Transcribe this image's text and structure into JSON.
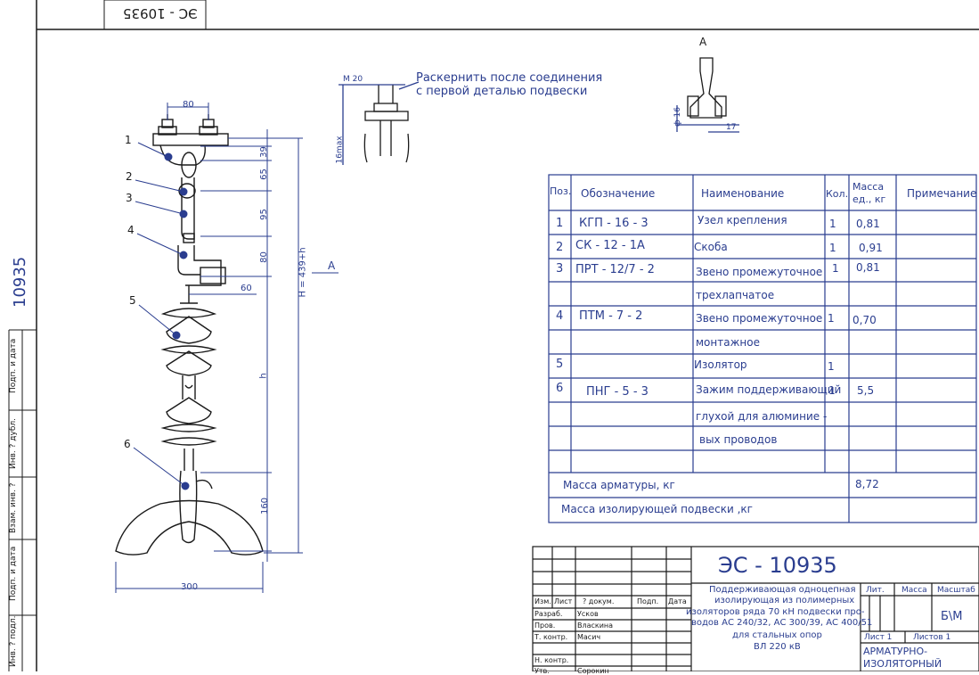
{
  "doc_code": "ЭС - 10935",
  "doc_code_inverted": "ЭС - 10935",
  "side_number": "10935",
  "side_block": {
    "labels": [
      "Подп. и дата",
      "Инв. ? дубл.",
      "Взам. инв. ?",
      "Подп. и дата",
      "Инв. ? подл."
    ]
  },
  "note": {
    "line1": "Раскернить после соединения",
    "line2": "с первой деталью подвески"
  },
  "view_a_label": "А",
  "arrow_a_label": "А",
  "dimensions": {
    "top_width": "80",
    "d39": "39",
    "d65": "65",
    "d95": "95",
    "d80": "80",
    "d60": "60",
    "h_total": "Н = 439+h",
    "h": "h",
    "d160": "160",
    "d300": "300",
    "m20": "М 20",
    "len16": "16max",
    "phi16": "ф 16",
    "d17": "17"
  },
  "position_labels": [
    "1",
    "2",
    "3",
    "4",
    "5",
    "6"
  ],
  "spec_table": {
    "headers": {
      "pos": "Поз.",
      "designation": "Обозначение",
      "name": "Наименование",
      "qty": "Кол.",
      "mass": "Масса ед., кг",
      "mass_line1": "Масса",
      "mass_line2": "ед., кг",
      "note": "Примечание"
    },
    "rows": [
      {
        "pos": "1",
        "designation": "КГП - 16 - 3",
        "name": "Узел крепления",
        "qty": "1",
        "mass": "0,81"
      },
      {
        "pos": "2",
        "designation": "СК - 12 - 1А",
        "name": "Скоба",
        "qty": "1",
        "mass": "0,91"
      },
      {
        "pos": "3",
        "designation": "ПРТ - 12/7 - 2",
        "name": "Звено промежуточное",
        "qty": "1",
        "mass": "0,81"
      },
      {
        "pos": "",
        "designation": "",
        "name": "трехлапчатое",
        "qty": "",
        "mass": ""
      },
      {
        "pos": "4",
        "designation": "ПТМ - 7 - 2",
        "name": "Звено промежуточное",
        "qty": "1",
        "mass": "0,70"
      },
      {
        "pos": "",
        "designation": "",
        "name": "монтажное",
        "qty": "",
        "mass": ""
      },
      {
        "pos": "5",
        "designation": "",
        "name": "Изолятор",
        "qty": "1",
        "mass": ""
      },
      {
        "pos": "6",
        "designation": "ПНГ - 5 - 3",
        "name": "Зажим поддерживающий",
        "qty": "1",
        "mass": "5,5"
      },
      {
        "pos": "",
        "designation": "",
        "name": "глухой для алюминие -",
        "qty": "",
        "mass": ""
      },
      {
        "pos": "",
        "designation": "",
        "name": "вых проводов",
        "qty": "",
        "mass": ""
      },
      {
        "pos": "",
        "designation": "",
        "name": "",
        "qty": "",
        "mass": ""
      }
    ],
    "mass_armature_label": "Масса арматуры, кг",
    "mass_armature_value": "8,72",
    "mass_suspension_label": "Масса изолирующей подвески ,кг"
  },
  "title_block": {
    "code": "ЭС - 10935",
    "title_lines": [
      "Поддерживающая одноцепная",
      "изолирующая из полимерных",
      "изоляторов ряда 70 кН подвески про-",
      "водов АС 240/32, АС 300/39, АС 400/51",
      "для стальных опор",
      "ВЛ 220 кВ"
    ],
    "lit": "Лит.",
    "massa": "Масса",
    "masshtab": "Масштаб",
    "scale": "Б\\М",
    "sheet": "Лист 1",
    "sheets": "Листов 1",
    "bottom_title": [
      "АРМАТУРНО-",
      "ИЗОЛЯТОРНЫЙ"
    ],
    "col_headers": {
      "izm": "Изм.",
      "list": "Лист",
      "doc": "? докум.",
      "podp": "Подп.",
      "data": "Дата"
    },
    "people": [
      {
        "role": "Разраб.",
        "name": "Усков"
      },
      {
        "role": "Пров.",
        "name": "Власкина"
      },
      {
        "role": "Т. контр.",
        "name": "Масич"
      },
      {
        "role": "",
        "name": ""
      },
      {
        "role": "Н. контр.",
        "name": ""
      },
      {
        "role": "Утв.",
        "name": "Сорокин"
      }
    ]
  }
}
